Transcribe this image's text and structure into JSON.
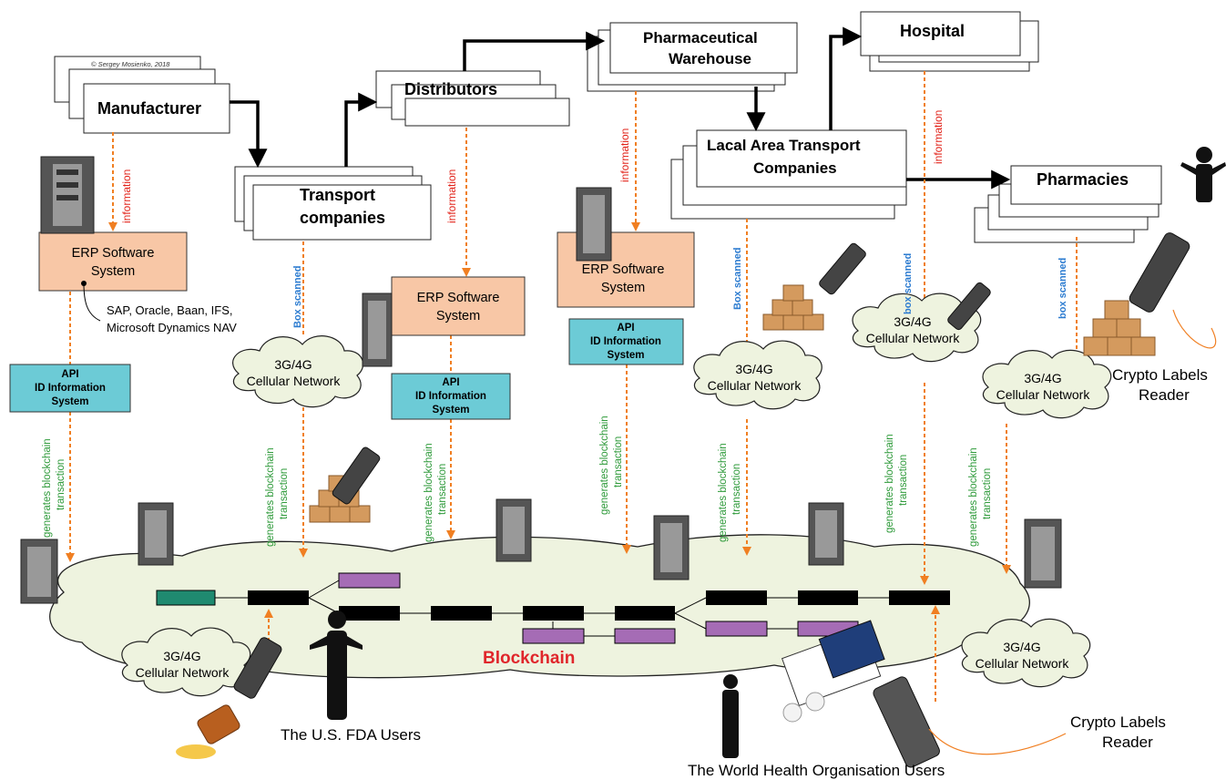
{
  "copyright": "© Sergey Mosienko, 2018",
  "nodes": {
    "manufacturer": "Manufacturer",
    "transport": [
      "Transport",
      "companies"
    ],
    "distributors": "Distributors",
    "warehouse": [
      "Pharmaceutical",
      "Warehouse"
    ],
    "local_transport": [
      "Lacal Area Transport",
      "Companies"
    ],
    "hospital": "Hospital",
    "pharmacies": "Pharmacies"
  },
  "erp": [
    "ERP Software",
    "System"
  ],
  "erp_vendors": [
    "SAP, Oracle, Baan, IFS,",
    "Microsoft Dynamics NAV"
  ],
  "api": [
    "API",
    "ID Information",
    "System"
  ],
  "cellular": [
    "3G/4G",
    "Cellular Network"
  ],
  "labels": {
    "information": "information",
    "box_scanned": "Box scanned",
    "box_scanned_lower": "box scanned",
    "generates": [
      "generates blockchain",
      "transaction"
    ]
  },
  "blockchain_label": "Blockchain",
  "crypto_reader": [
    "Crypto Labels",
    "Reader"
  ],
  "fda_users": "The U.S. FDA Users",
  "who_users": "The World Health Organisation Users",
  "colors": {
    "erp_fill": "#f8c7a6",
    "api_fill": "#6ccbd6",
    "cloud_fill": "#eef3df",
    "block_black": "#000000",
    "block_purple": "#a56cb5",
    "block_teal": "#1f8a70",
    "info_red": "#e2231a",
    "scan_blue": "#2b7bd0",
    "gen_green": "#2e9a3a",
    "arrow_orange": "#f07f22",
    "blockchain_red": "#e0262b"
  }
}
